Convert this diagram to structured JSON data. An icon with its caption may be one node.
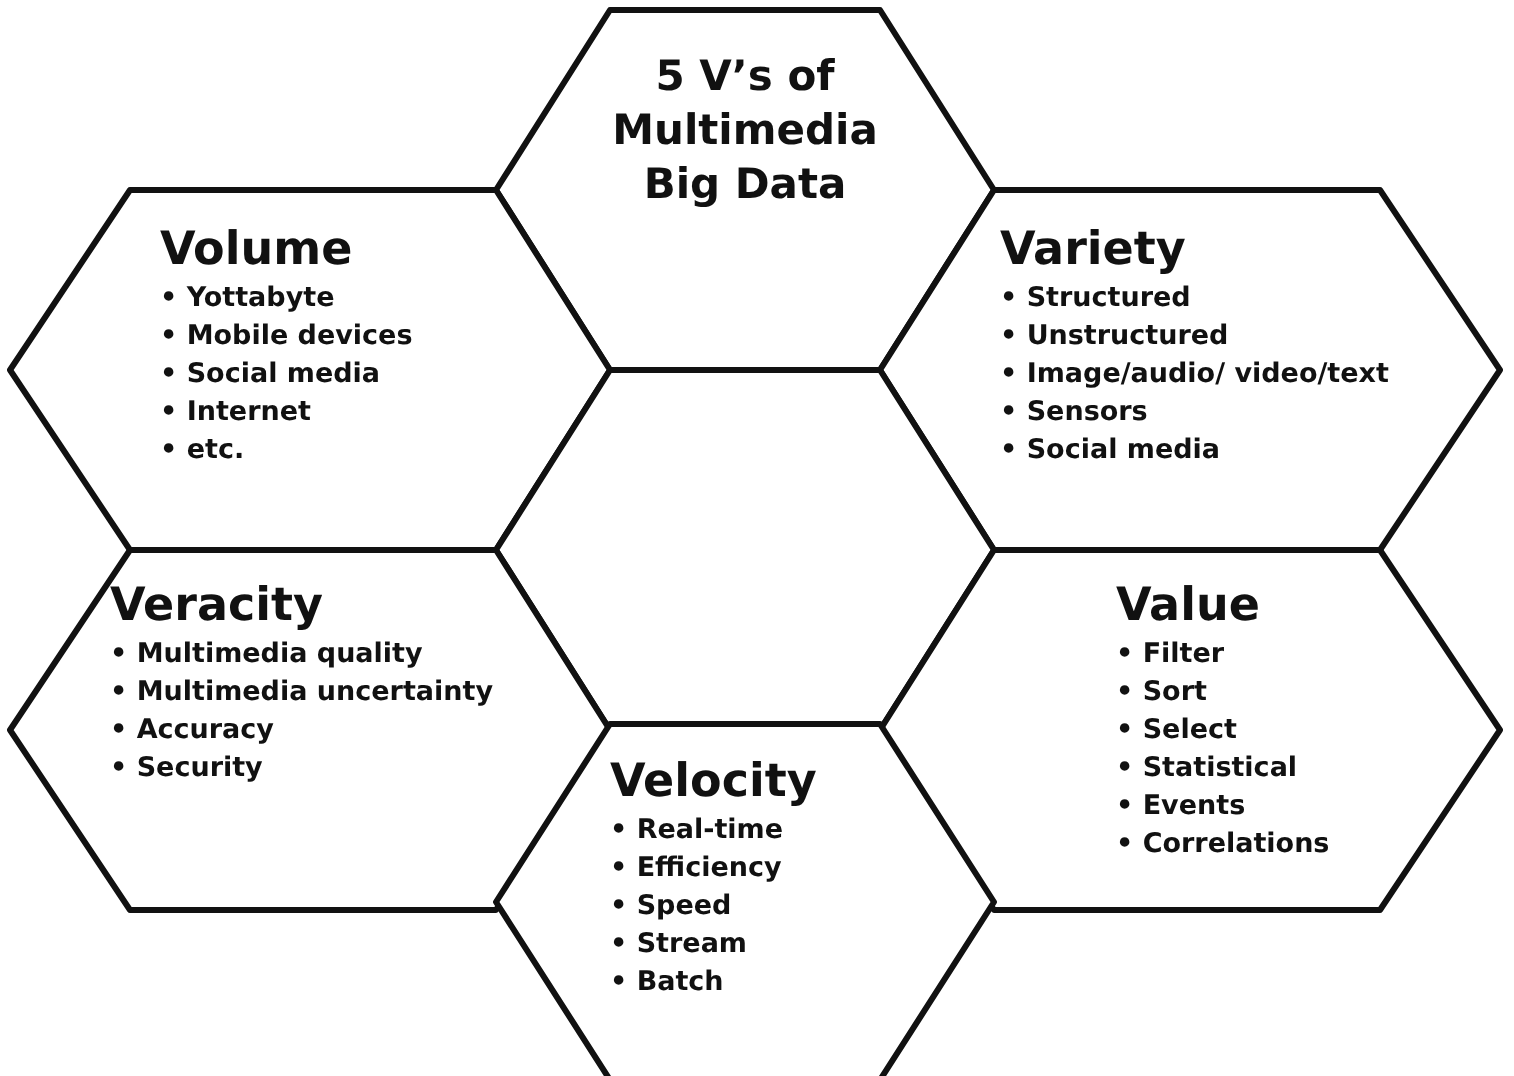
{
  "diagram": {
    "nodes": [
      {
        "text": [
          "5 V’s of Multimedia Big Data"
        ]
      },
      {
        "text": [
          "Volume",
          "• Yottabyte",
          "• Mobile devices",
          "• Social media",
          "• Internet",
          "• etc."
        ]
      },
      {
        "text": [
          "Variety",
          "• Structured",
          "• Unstructured",
          "• Image/audio/ video/text",
          "• Sensors",
          "• Social media"
        ]
      },
      {
        "text": [],
        "shape": "hexagon"
      },
      {
        "text": [
          "Veracity",
          "• Multimedia quality",
          "• Multimedia uncertainty",
          "• Accuracy",
          "• Security"
        ]
      },
      {
        "text": [
          "Value",
          "• Filter",
          "• Sort",
          "• Select",
          "• Statistical",
          "• Events",
          "• Correlations"
        ]
      },
      {
        "text": [
          "Velocity",
          "• Real-time",
          "• Efficiency",
          "• Speed",
          "• Stream",
          "• Batch"
        ]
      }
    ]
  }
}
